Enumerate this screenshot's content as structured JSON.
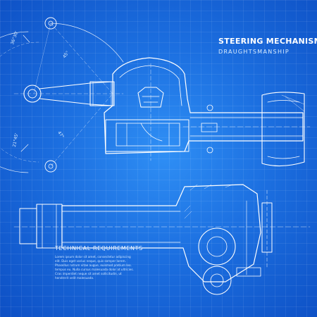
{
  "title": "STEERING MECHANISM",
  "subtitle": "DRAUGHTSMANSHIP",
  "requirements": {
    "heading": "TECHNICAL REQUIREMENTS",
    "lines": [
      "Lorem ipsum dolor sit amet, consectetur adipiscing",
      "elit. Duis eget varius neque, quis semper lorem.",
      "Phasellus rutrum vitae augue, euismod pretium leo.",
      "tempus eu. Nulla cursus malesuada dolor at ultricies.",
      "Cras imperdiet neque sit amet sollicitudin, ut",
      "hendrerit velit malesuada."
    ]
  },
  "dimensions": {
    "a": "36°30'",
    "b": "45°",
    "c": "47°",
    "d": "21°45'"
  },
  "colors": {
    "background": "#1c6fe0",
    "line": "#ffffff"
  }
}
